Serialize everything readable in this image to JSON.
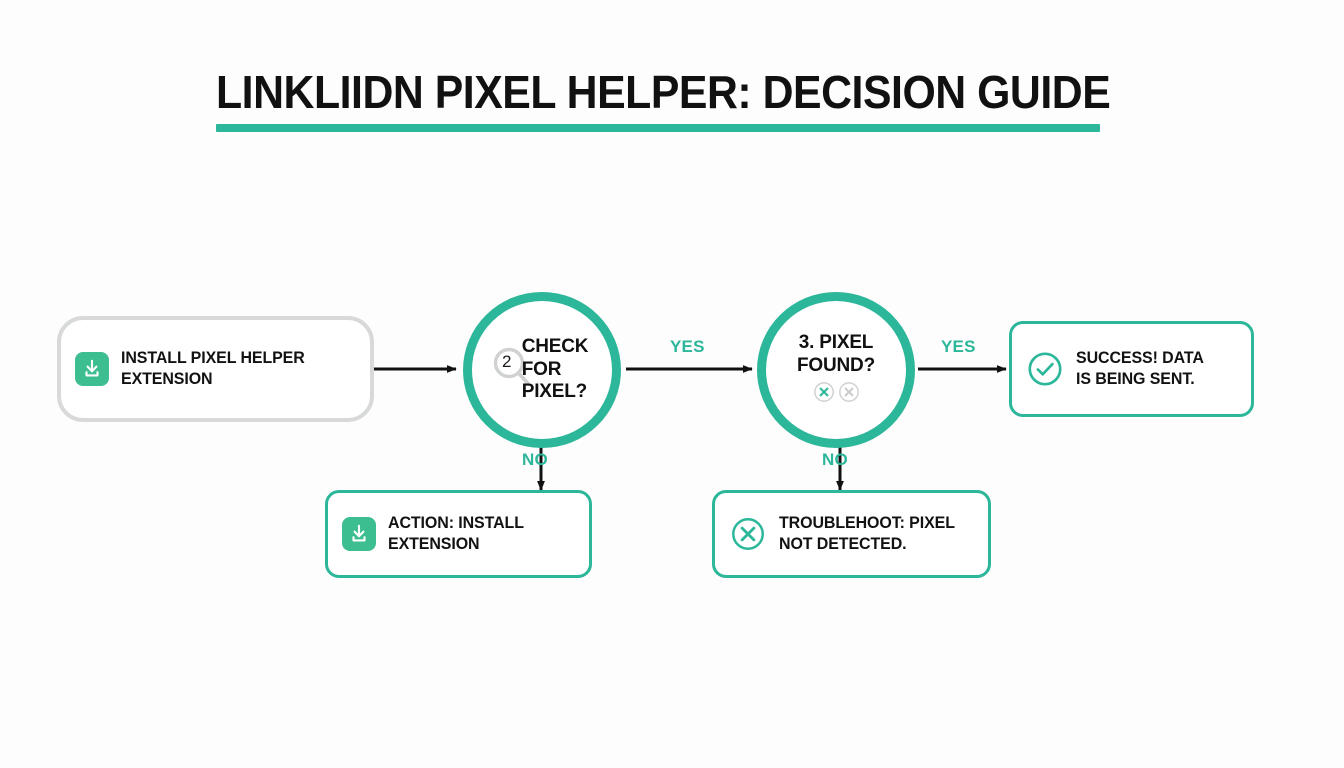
{
  "page": {
    "title": "LINKLIIDN PIXEL HELPER: DECISION GUIDE",
    "background_color": "#fdfdfd",
    "accent_color": "#2cb79a",
    "icon_fill_color": "#3dbe90",
    "gray_border_color": "#d8d9da",
    "arrow_color": "#111111"
  },
  "nodes": {
    "start": {
      "label": "INSTALL PIXEL HELPER\nEXTENSION",
      "icon": "download-icon",
      "border": "gray"
    },
    "decision1": {
      "number": "2",
      "label": "CHECK\nFOR\nPIXEL?",
      "icon": "magnifier-icon",
      "shape": "circle"
    },
    "decision2": {
      "label": "3. PIXEL\nFOUND?",
      "icons": [
        "x-circle-icon-teal",
        "x-circle-icon-gray"
      ],
      "shape": "circle"
    },
    "success": {
      "label": "SUCCESS! DATA\nIS BEING SENT.",
      "icon": "check-circle-icon",
      "border": "teal"
    },
    "action_install": {
      "label": "ACTION: INSTALL\nEXTENSION",
      "icon": "download-icon",
      "border": "teal"
    },
    "troubleshoot": {
      "label": "TROUBLEHOOT: PIXEL\nNOT DETECTED.",
      "icon": "x-circle-icon",
      "border": "teal"
    }
  },
  "edges": {
    "start_to_decision1": {
      "label": ""
    },
    "decision1_yes": {
      "label": "YES"
    },
    "decision1_no": {
      "label": "NO"
    },
    "decision2_yes": {
      "label": "YES"
    },
    "decision2_no": {
      "label": "NO"
    }
  }
}
